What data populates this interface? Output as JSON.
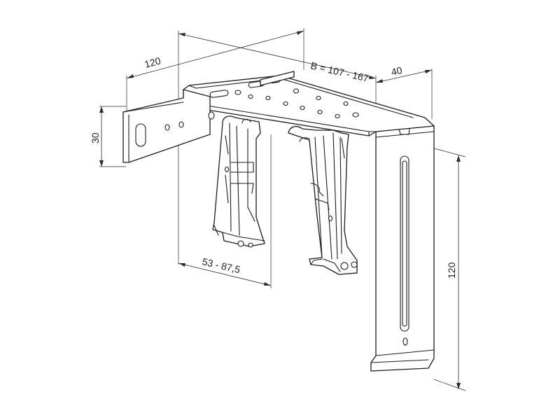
{
  "colors": {
    "line": "#1c1c1c",
    "background": "#ffffff"
  },
  "dimensions": {
    "overhang_width": "120",
    "bracket_depth": "B = 107 - 167",
    "plate_offset": "40",
    "arm_height": "30",
    "clip_spacing": "53 - 87,5",
    "plate_height": "120"
  }
}
